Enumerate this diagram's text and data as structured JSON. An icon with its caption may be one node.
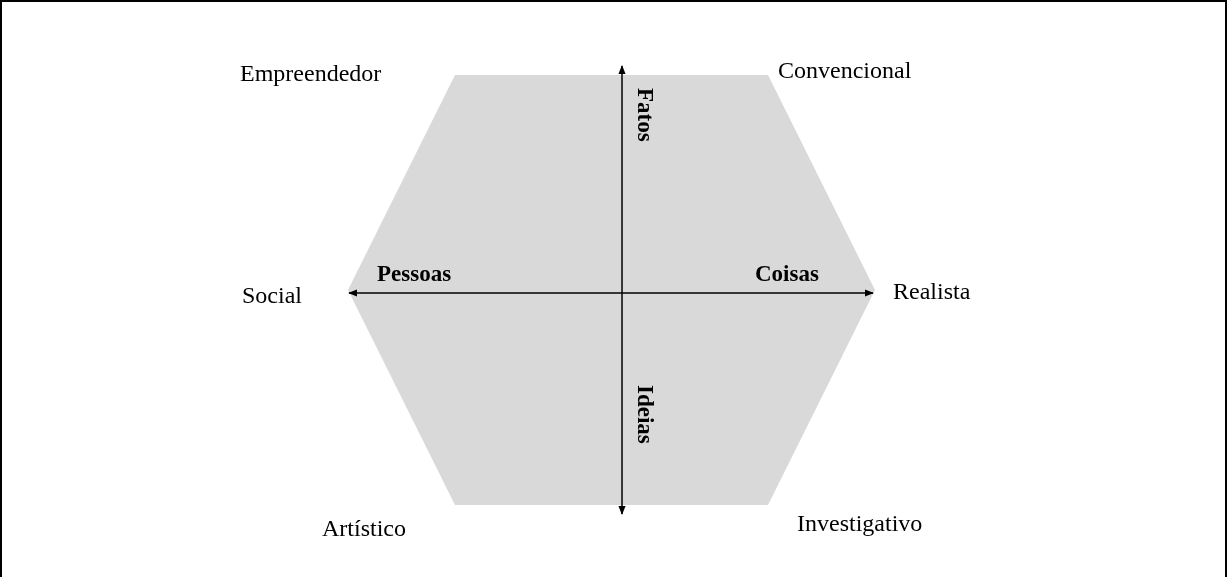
{
  "diagram": {
    "nodes": [
      {
        "text": [],
        "shape": "hexagon"
      }
    ],
    "labels": [
      "Empreendedor",
      "Fatos",
      "Convencional",
      "Pessoas",
      "Coisas",
      "Social",
      "Realista",
      "Ideias",
      "Artístico",
      "Investigativo"
    ]
  }
}
